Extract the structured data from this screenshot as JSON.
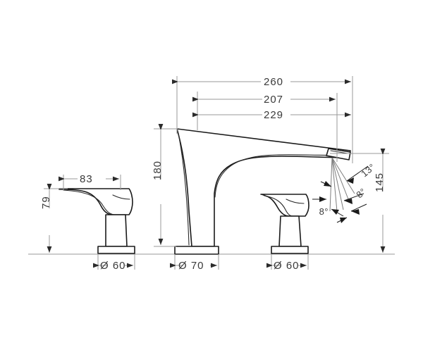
{
  "drawing": {
    "title": "Bath mixer technical dimension drawing",
    "background_color": "#ffffff",
    "outline_color": "#1a1a1a",
    "dimension_line_color": "#9a9a9a",
    "text_color": "#3a3a3a"
  },
  "dimensions": {
    "overall_width": "260",
    "spout_reach_inner": "207",
    "spout_reach_outer": "229",
    "handle_width": "83",
    "handle_height": "79",
    "spout_height": "180",
    "outlet_height": "145",
    "base_left": "Ø 60",
    "base_center": "Ø 70",
    "base_right": "Ø 60"
  },
  "angles": {
    "upper": "13°",
    "middle": "8°",
    "lower": "8°"
  },
  "labels": {
    "diameter_symbol": "Ø"
  }
}
